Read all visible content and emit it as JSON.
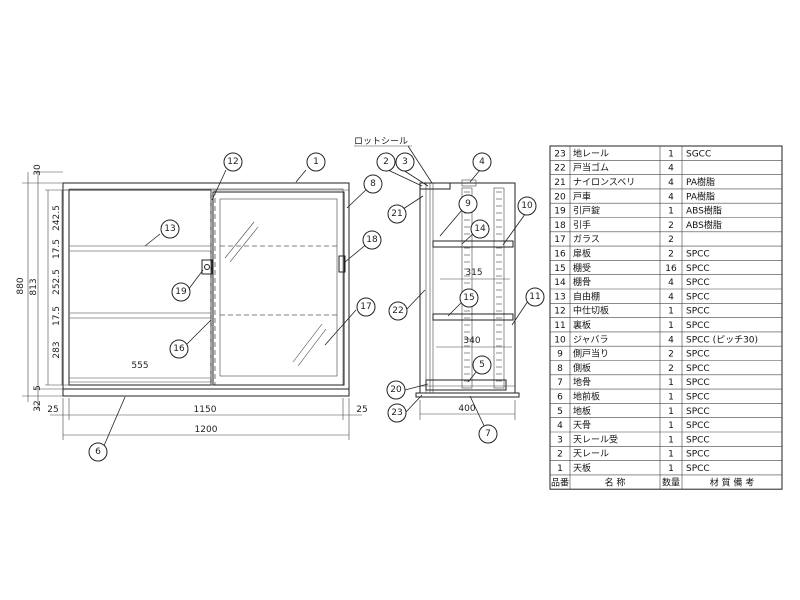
{
  "labels": {
    "rot_seal": "ロットシール"
  },
  "front_dims": {
    "width_total": "1200",
    "width_inner": "1150",
    "side_left": "25",
    "side_right": "25",
    "height_total": "880",
    "height_body": "813",
    "top": "30",
    "bottom_small": "5",
    "base": "32",
    "shelf_1": "242.5",
    "shelf_gap_1": "17.5",
    "shelf_2": "252.5",
    "shelf_gap_2": "17.5",
    "shelf_3": "283",
    "door_width": "555"
  },
  "side_dims": {
    "depth": "400",
    "shelf_upper": "315",
    "shelf_lower": "340"
  },
  "parts_table": {
    "headers": [
      "品番",
      "名 称",
      "数量",
      "材 質 備 考"
    ],
    "rows": [
      {
        "no": "23",
        "name": "地レール",
        "qty": "1",
        "material": "SGCC"
      },
      {
        "no": "22",
        "name": "戸当ゴム",
        "qty": "4",
        "material": ""
      },
      {
        "no": "21",
        "name": "ナイロンスベリ",
        "qty": "4",
        "material": "PA樹脂"
      },
      {
        "no": "20",
        "name": "戸車",
        "qty": "4",
        "material": "PA樹脂"
      },
      {
        "no": "19",
        "name": "引戸錠",
        "qty": "1",
        "material": "ABS樹脂"
      },
      {
        "no": "18",
        "name": "引手",
        "qty": "2",
        "material": "ABS樹脂"
      },
      {
        "no": "17",
        "name": "ガラス",
        "qty": "2",
        "material": ""
      },
      {
        "no": "16",
        "name": "扉板",
        "qty": "2",
        "material": "SPCC"
      },
      {
        "no": "15",
        "name": "棚受",
        "qty": "16",
        "material": "SPCC"
      },
      {
        "no": "14",
        "name": "棚骨",
        "qty": "4",
        "material": "SPCC"
      },
      {
        "no": "13",
        "name": "自由棚",
        "qty": "4",
        "material": "SPCC"
      },
      {
        "no": "12",
        "name": "中仕切板",
        "qty": "1",
        "material": "SPCC"
      },
      {
        "no": "11",
        "name": "裏板",
        "qty": "1",
        "material": "SPCC"
      },
      {
        "no": "10",
        "name": "ジャバラ",
        "qty": "4",
        "material": "SPCC (ピッチ30)"
      },
      {
        "no": "9",
        "name": "側戸当り",
        "qty": "2",
        "material": "SPCC"
      },
      {
        "no": "8",
        "name": "側板",
        "qty": "2",
        "material": "SPCC"
      },
      {
        "no": "7",
        "name": "地骨",
        "qty": "1",
        "material": "SPCC"
      },
      {
        "no": "6",
        "name": "地前板",
        "qty": "1",
        "material": "SPCC"
      },
      {
        "no": "5",
        "name": "地板",
        "qty": "1",
        "material": "SPCC"
      },
      {
        "no": "4",
        "name": "天骨",
        "qty": "1",
        "material": "SPCC"
      },
      {
        "no": "3",
        "name": "天レール受",
        "qty": "1",
        "material": "SPCC"
      },
      {
        "no": "2",
        "name": "天レール",
        "qty": "1",
        "material": "SPCC"
      },
      {
        "no": "1",
        "name": "天板",
        "qty": "1",
        "material": "SPCC"
      }
    ]
  },
  "callouts": {
    "c1": "1",
    "c2": "2",
    "c3": "3",
    "c4": "4",
    "c5": "5",
    "c6": "6",
    "c7": "7",
    "c8": "8",
    "c9": "9",
    "c10": "10",
    "c11": "11",
    "c12": "12",
    "c13": "13",
    "c14": "14",
    "c15": "15",
    "c16": "16",
    "c17": "17",
    "c18": "18",
    "c19": "19",
    "c20": "20",
    "c21": "21",
    "c22": "22",
    "c23": "23"
  }
}
